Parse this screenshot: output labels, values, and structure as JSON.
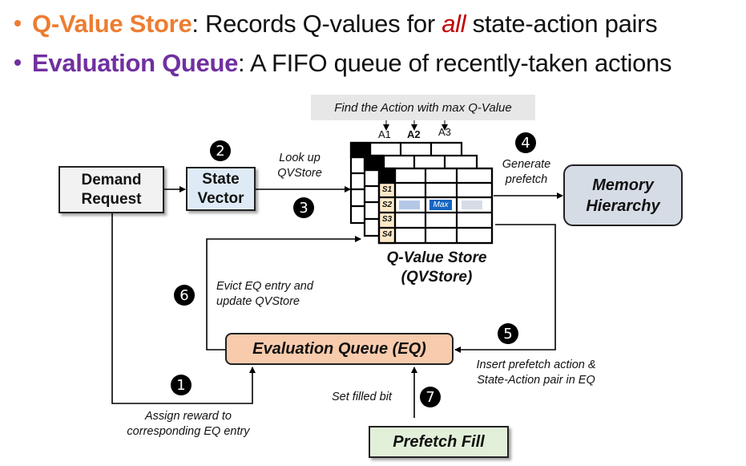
{
  "bullets": [
    {
      "term": "Q-Value Store",
      "term_color": "#ed7d31",
      "text_before": ": Records Q-values for ",
      "emph": "all",
      "emph_color": "#c00000",
      "text_after": " state-action pairs"
    },
    {
      "term": "Evaluation Queue",
      "term_color": "#7030a0",
      "text": ": A FIFO queue of recently-taken actions"
    }
  ],
  "diagram": {
    "find_action_label": "Find the Action with max Q-Value",
    "actions": [
      "A1",
      "A2",
      "A3"
    ],
    "highlighted_action": "A2",
    "states": [
      "S1",
      "S2",
      "S3",
      "S4"
    ],
    "max_cell_label": "Max",
    "qvstore_title_line1": "Q-Value Store",
    "qvstore_title_line2": "(QVStore)",
    "demand_request": {
      "line1": "Demand",
      "line2": "Request",
      "fill": "#f2f2f2"
    },
    "state_vector": {
      "line1": "State",
      "line2": "Vector",
      "fill": "#deebf7"
    },
    "memory_hierarchy": {
      "line1": "Memory",
      "line2": "Hierarchy",
      "fill": "#d6dce5"
    },
    "evaluation_queue": {
      "label": "Evaluation Queue (EQ)",
      "fill": "#f8cbad"
    },
    "prefetch_fill": {
      "label": "Prefetch Fill",
      "fill": "#e2f0d9"
    },
    "step_labels": {
      "lookup_line1": "Look up",
      "lookup_line2": "QVStore",
      "generate_line1": "Generate",
      "generate_line2": "prefetch",
      "evict_line1": "Evict EQ entry and",
      "evict_line2": "update QVStore",
      "insert_line1": "Insert prefetch action &",
      "insert_line2": "State-Action pair in EQ",
      "set_filled": "Set filled bit",
      "assign_line1": "Assign reward to",
      "assign_line2": "corresponding EQ entry"
    },
    "steps": [
      "1",
      "2",
      "3",
      "4",
      "5",
      "6",
      "7"
    ]
  }
}
